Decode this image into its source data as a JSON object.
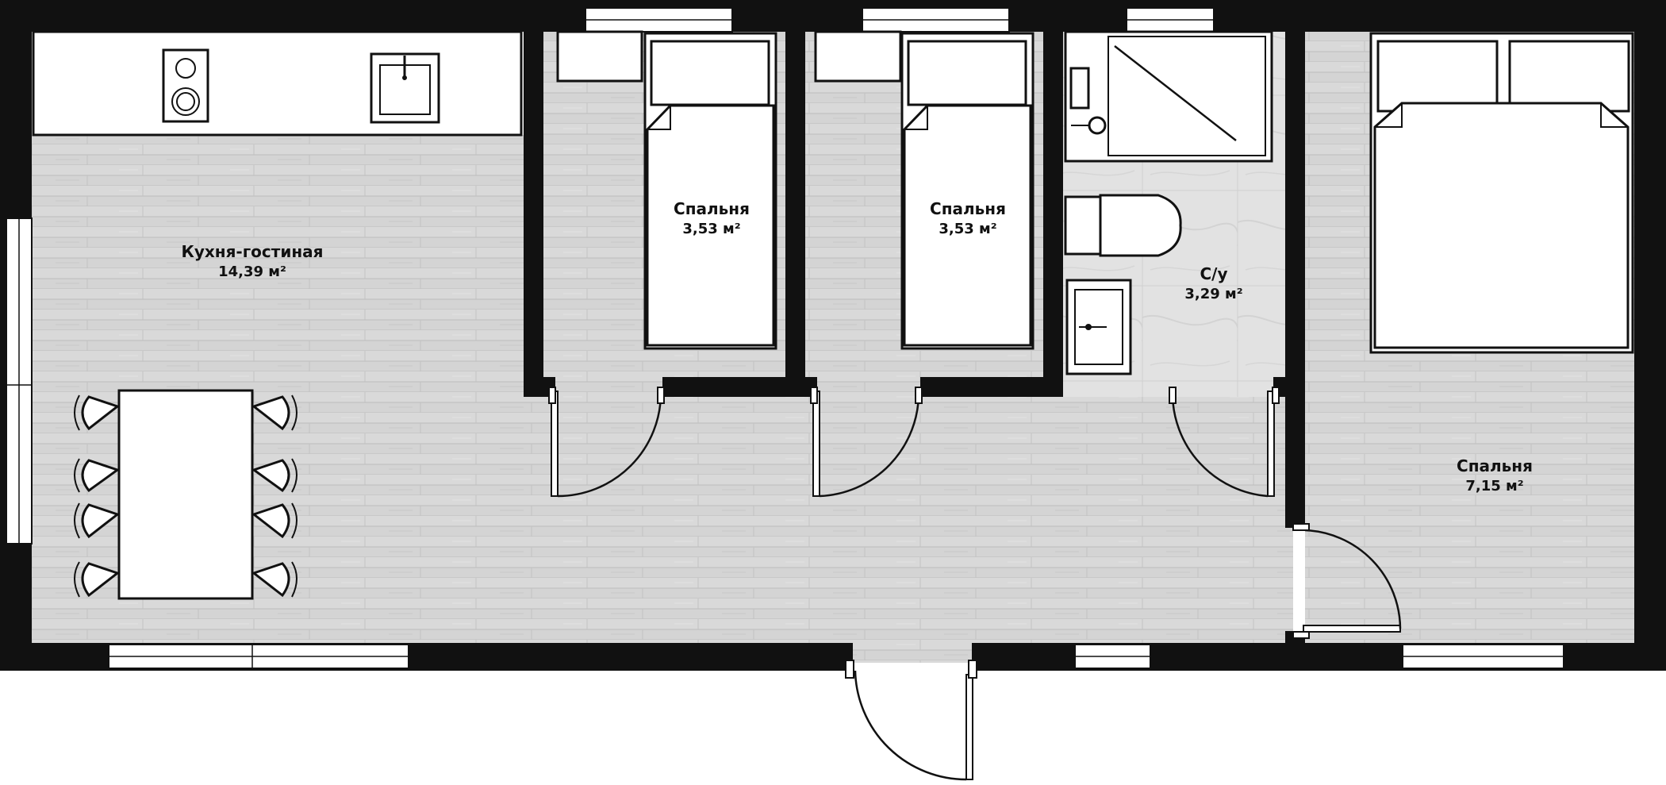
{
  "rooms": {
    "kitchen": {
      "label": "Кухня-гостиная",
      "area": "14,39 м²"
    },
    "bedroom1": {
      "label": "Спальня",
      "area": "3,53 м²"
    },
    "bedroom2": {
      "label": "Спальня",
      "area": "3,53 м²"
    },
    "bathroom": {
      "label": "С/у",
      "area": "3,29 м²"
    },
    "bedroom3": {
      "label": "Спальня",
      "area": "7,15 м²"
    }
  },
  "colors": {
    "wall": "#111111",
    "wood_floor": "#d4d4d4",
    "wood_line": "#b9b9b9",
    "tile_floor": "#e1e1e1",
    "fixture": "#ffffff",
    "page": "#ffffff"
  }
}
